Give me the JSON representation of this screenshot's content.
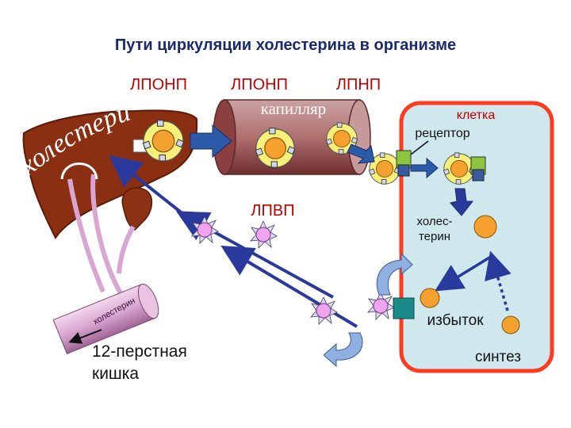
{
  "title": "Пути циркуляции холестерина в организме",
  "labels": {
    "lponp_1": "ЛПОНП",
    "lponp_2": "ЛПОНП",
    "lpnp": "ЛПНП",
    "capillary": "капилляр",
    "cell": "клетка",
    "receptor": "рецептор",
    "lpvp": "ЛПВП",
    "cholesterol_cell_line1": "холес-",
    "cholesterol_cell_line2": "терин",
    "excess": "избыток",
    "synthesis": "синтез",
    "duodenum_line1": "12-перстная",
    "duodenum_line2": "кишка",
    "cholesterol_liver": "холестерин",
    "cholesterol_tube": "холестерин"
  },
  "colors": {
    "liver": "#8b2f13",
    "capillary": "#b47474",
    "cell_fill": "#cfe8ee",
    "cell_border": "#ff3b1f",
    "lipoprotein_ring": "#f6f07a",
    "lipoprotein_core": "#f4a130",
    "hdl_core": "#f0a3ef",
    "arrow_dark_blue": "#2a3a9c",
    "arrow_light_blue": "#8fb0e0"
  },
  "icons": {
    "receptor": "receptor-icon",
    "lipoprotein": "lipoprotein-icon",
    "hdl": "hdl-particle-icon"
  }
}
